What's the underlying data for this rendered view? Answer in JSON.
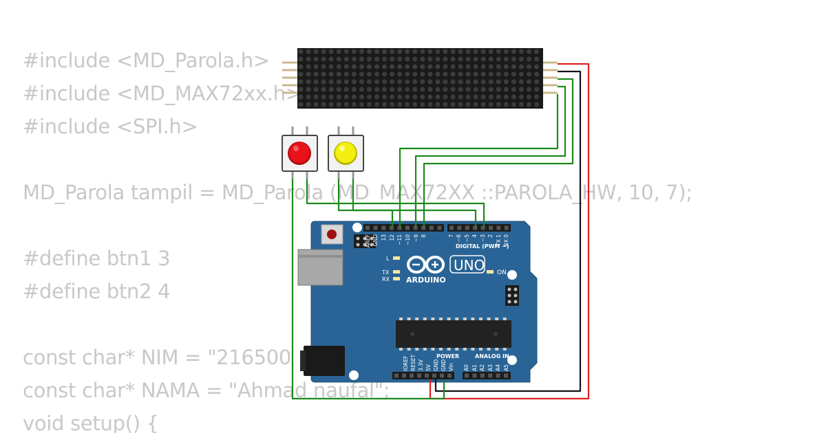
{
  "code_lines": [
    "#include <MD_Parola.h>",
    "#include <MD_MAX72xx.h>",
    "#include <SPI.h>",
    "",
    "MD_Parola tampil = MD_Parola (MD_MAX72XX ::PAROLA_HW, 10, 7);",
    "",
    "#define btn1 3",
    "#define btn2 4",
    "",
    "const char* NIM = \"216500",
    "const char* NAMA = \"Ahmad naufal\";",
    "void setup() {"
  ],
  "board": {
    "name": "UNO",
    "brand": "ARDUINO",
    "digital_label": "DIGITAL (PWM ~)",
    "power_label": "POWER",
    "analog_label": "ANALOG IN",
    "on_label": "ON",
    "l_label": "L",
    "tx_label": "TX",
    "rx_label": "RX",
    "digital_pins": [
      "AREF",
      "GND",
      "13",
      "12",
      "~11",
      "~10",
      "~9",
      "8",
      "7",
      "~6",
      "~5",
      "4",
      "~3",
      "2",
      "TX 1",
      "RX 0"
    ],
    "power_pins": [
      "IOREF",
      "RESET",
      "3.3V",
      "5V",
      "GND",
      "GND",
      "Vin"
    ],
    "analog_pins": [
      "A0",
      "A1",
      "A2",
      "A3",
      "A4",
      "A5"
    ]
  },
  "buttons": [
    {
      "color": "red",
      "fill": "#e8121a"
    },
    {
      "color": "yellow",
      "fill": "#f2ee10"
    }
  ],
  "wire_colors": {
    "signal": "#1a8a1a",
    "vcc": "#e02020",
    "gnd": "#111111"
  },
  "colors": {
    "board": "#2a6496",
    "code_text": "#c8c8c8",
    "matrix": "#1a1a1a"
  }
}
